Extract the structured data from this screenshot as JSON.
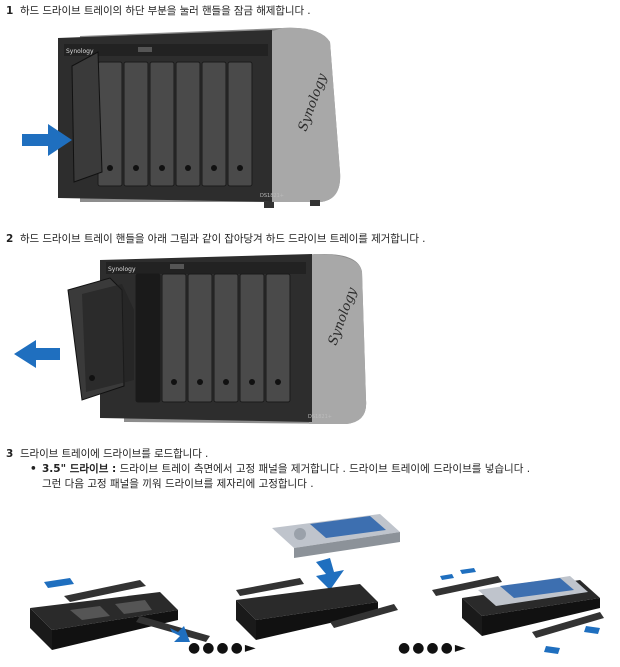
{
  "steps": [
    {
      "number": "1",
      "text": "하드 드라이브 트레이의 하단 부분을 눌러 핸들을 잠금 해제합니다 ."
    },
    {
      "number": "2",
      "text": "하드 드라이브 트레이 핸들을 아래 그림과 같이 잡아당겨 하드 드라이브 트레이를 제거합니다 ."
    },
    {
      "number": "3",
      "text": "드라이브 트레이에 드라이브를 로드합니다 ."
    }
  ],
  "bullet": {
    "marker": "•",
    "label": "3.5\" 드라이브 :",
    "line1": " 드라이브 트레이 측면에서 고정 패널을 제거합니다 . 드라이브 트레이에 드라이브를 넣습니다 .",
    "line2": "그런 다음 고정 패널을 끼워 드라이브를 제자리에 고정합니다 ."
  },
  "device": {
    "brand": "Synology",
    "front_brand": "Synology",
    "model": "DS1821+",
    "bay_count": 6
  },
  "colors": {
    "arrow": "#1f6fbf",
    "device_dark": "#2b2b2b",
    "device_body": "#8c8c8c",
    "tray": "#1e1e1e",
    "disk_label": "#3d6fb0"
  },
  "icons": [
    "blue-arrow-right-icon",
    "blue-arrow-left-icon",
    "dotted-arrow-icon"
  ]
}
